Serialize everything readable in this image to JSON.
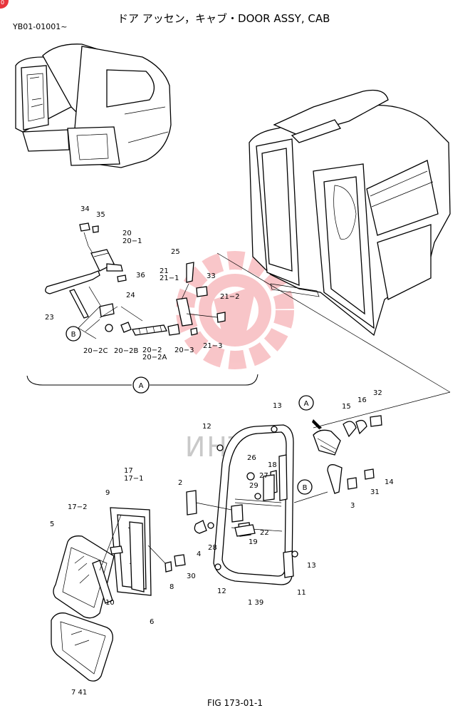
{
  "header": {
    "title": "ドア アッセン，キャブ・DOOR ASSY, CAB",
    "serial": "YB01-01001~",
    "corner_badge": "0"
  },
  "footer": {
    "figure_id": "FIG 173-01-1"
  },
  "watermark": {
    "text": "ИНТЕХ",
    "color": "#e8343c"
  },
  "callouts": {
    "detail_a": "A",
    "detail_b": "B"
  },
  "parts": {
    "p34": "34",
    "p35": "35",
    "p20": "20",
    "p20_1": "20−1",
    "p36": "36",
    "p25": "25",
    "p21": "21",
    "p21_1": "21−1",
    "p33": "33",
    "p24": "24",
    "p21_2": "21−2",
    "p23": "23",
    "p20_2c": "20−2C",
    "p20_2b": "20−2B",
    "p20_2": "20−2",
    "p20_2a": "20−2A",
    "p20_3": "20−3",
    "p21_3": "21−3",
    "p13a": "13",
    "p12a": "12",
    "p16": "16",
    "p32": "32",
    "p15": "15",
    "p26": "26",
    "p18": "18",
    "p27": "27",
    "p29": "29",
    "p2": "2",
    "p14": "14",
    "p31": "31",
    "p3": "3",
    "p17": "17",
    "p17_1": "17−1",
    "p9": "9",
    "p17_2": "17−2",
    "p5": "5",
    "p22": "22",
    "p28": "28",
    "p19": "19",
    "p4": "4",
    "p30": "30",
    "p13b": "13",
    "p8": "8",
    "p10": "10",
    "p12b": "12",
    "p11": "11",
    "p1_39": "1 39",
    "p6": "6",
    "p7_41": "7 41"
  }
}
